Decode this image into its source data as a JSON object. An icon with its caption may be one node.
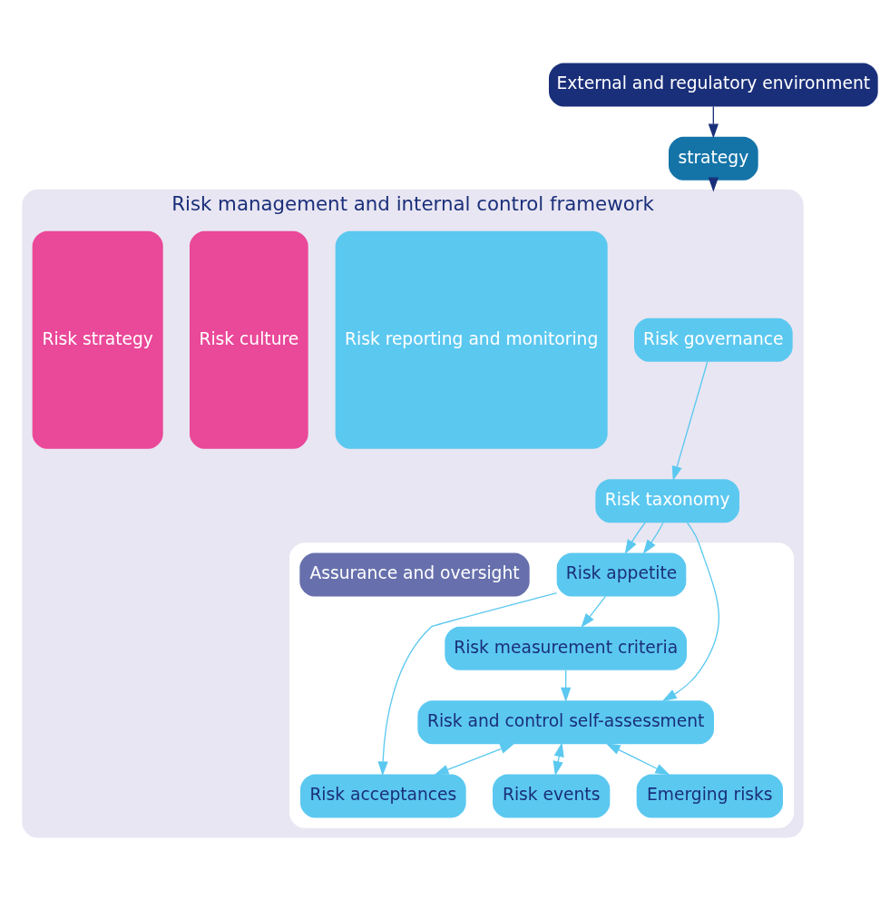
{
  "diagram": {
    "nodes": [
      {
        "text": [
          "External and regulatory environment"
        ]
      },
      {
        "text": [
          "strategy"
        ]
      },
      {
        "text": [
          "Risk management and internal control framework"
        ]
      },
      {
        "text": [
          "Risk governance"
        ],
        "in": 2
      },
      {
        "text": [
          "Risk reporting and monitoring"
        ],
        "in": 2
      },
      {
        "text": [
          "Risk taxonomy"
        ],
        "in": 2
      },
      {
        "text": [],
        "shape": "box",
        "in": 2
      },
      {
        "text": [
          "Risk appetite"
        ],
        "in": 6
      },
      {
        "text": [
          "Risk measurement criteria"
        ],
        "in": 6
      },
      {
        "text": [
          "Risk and control self-assessment"
        ],
        "in": 6
      },
      {
        "text": [
          "Emerging risks"
        ],
        "in": 6
      },
      {
        "text": [
          "Risk events"
        ],
        "in": 6
      },
      {
        "text": [
          "Risk acceptances"
        ],
        "in": 6
      },
      {
        "text": [
          "Assurance and oversight"
        ],
        "in": 6
      },
      {
        "text": [
          "Risk culture"
        ],
        "in": 2
      },
      {
        "text": [
          "Risk strategy"
        ],
        "in": 2
      }
    ],
    "edges": [
      {
        "from": 0,
        "to": 1,
        "arrow": "to",
        "color": "#1a2f7a"
      },
      {
        "from": 1,
        "to": 2,
        "arrow": "to",
        "color": "#1a2f7a"
      },
      {
        "from": 3,
        "to": 5,
        "arrow": "to"
      },
      {
        "from": 5,
        "to": 7,
        "arrow": "to"
      },
      {
        "from": 5,
        "to": 7,
        "arrow": "to"
      },
      {
        "from": 5,
        "to": 9,
        "arrow": "to"
      },
      {
        "from": 7,
        "to": 8,
        "arrow": "to"
      },
      {
        "from": 8,
        "to": 9,
        "arrow": "to"
      },
      {
        "from": 9,
        "to": 10,
        "arrow": "both"
      },
      {
        "from": 9,
        "to": 11,
        "arrow": "both"
      },
      {
        "from": 9,
        "to": 12,
        "arrow": "both"
      },
      {
        "from": 7,
        "to": 12,
        "arrow": "to"
      }
    ]
  }
}
